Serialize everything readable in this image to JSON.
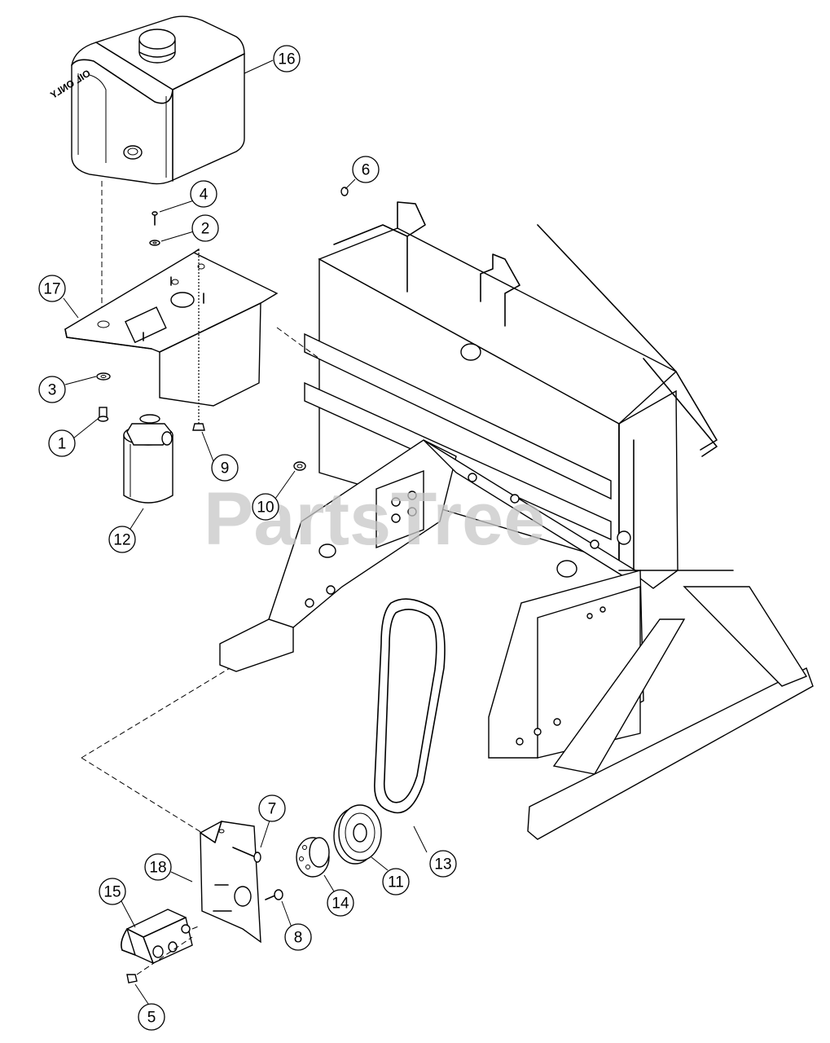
{
  "diagram": {
    "watermark": "PartsTree",
    "tank_label": "OIL ONLY",
    "callouts": [
      {
        "id": "c1",
        "label": "1"
      },
      {
        "id": "c2",
        "label": "2"
      },
      {
        "id": "c3",
        "label": "3"
      },
      {
        "id": "c4",
        "label": "4"
      },
      {
        "id": "c5",
        "label": "5"
      },
      {
        "id": "c6",
        "label": "6"
      },
      {
        "id": "c7",
        "label": "7"
      },
      {
        "id": "c8",
        "label": "8"
      },
      {
        "id": "c9",
        "label": "9"
      },
      {
        "id": "c10",
        "label": "10"
      },
      {
        "id": "c11",
        "label": "11"
      },
      {
        "id": "c12",
        "label": "12"
      },
      {
        "id": "c13",
        "label": "13"
      },
      {
        "id": "c14",
        "label": "14"
      },
      {
        "id": "c15",
        "label": "15"
      },
      {
        "id": "c16",
        "label": "16"
      },
      {
        "id": "c17",
        "label": "17"
      },
      {
        "id": "c18",
        "label": "18"
      }
    ]
  }
}
